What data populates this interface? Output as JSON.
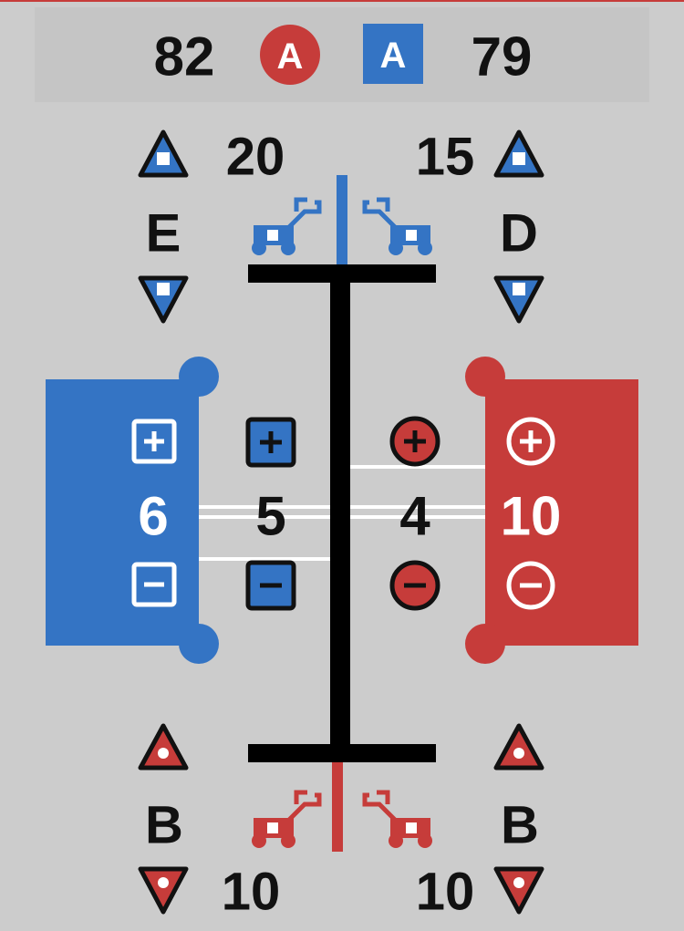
{
  "colors": {
    "team_blue": "#3474c4",
    "team_red": "#c63c3a",
    "background": "#cccccc",
    "score_bar": "#c5c5c5"
  },
  "scoreboard": {
    "red_score": "82",
    "red_badge": "A",
    "blue_badge": "A",
    "blue_score": "79"
  },
  "top": {
    "left_count": "20",
    "right_count": "15",
    "left_label": "E",
    "right_label": "D"
  },
  "middle": {
    "blue_panel_value": "6",
    "blue_mid_value": "5",
    "red_mid_value": "4",
    "red_panel_value": "10"
  },
  "bottom": {
    "left_label": "B",
    "right_label": "B",
    "left_count": "10",
    "right_count": "10"
  }
}
